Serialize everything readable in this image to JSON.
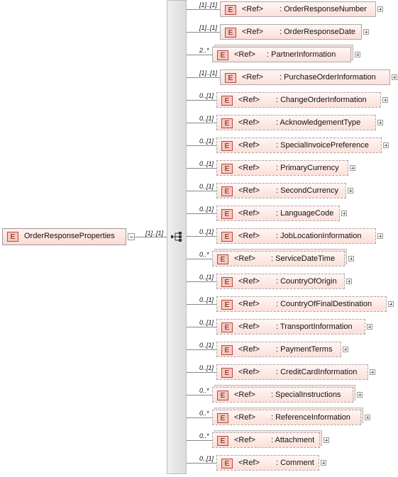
{
  "root": {
    "icon_letter": "E",
    "label": "OrderResponseProperties",
    "cardinality": "[1]..[1]"
  },
  "children": [
    {
      "card": "[1]..[1]",
      "ref": "<Ref>",
      "name": ": OrderResponseNumber",
      "optional": false,
      "multi": false
    },
    {
      "card": "[1]..[1]",
      "ref": "<Ref>",
      "name": ": OrderResponseDate",
      "optional": false,
      "multi": false
    },
    {
      "card": "2..*",
      "ref": "<Ref>",
      "name": ": PartnerInformation",
      "optional": false,
      "multi": true
    },
    {
      "card": "[1]..[1]",
      "ref": "<Ref>",
      "name": ": PurchaseOrderInformation",
      "optional": false,
      "multi": false
    },
    {
      "card": "0..[1]",
      "ref": "<Ref>",
      "name": ": ChangeOrderInformation",
      "optional": true,
      "multi": false
    },
    {
      "card": "0..[1]",
      "ref": "<Ref>",
      "name": ": AcknowledgementType",
      "optional": true,
      "multi": false
    },
    {
      "card": "0..[1]",
      "ref": "<Ref>",
      "name": ": SpecialInvoicePreference",
      "optional": true,
      "multi": false
    },
    {
      "card": "0..[1]",
      "ref": "<Ref>",
      "name": ": PrimaryCurrency",
      "optional": true,
      "multi": false
    },
    {
      "card": "0..[1]",
      "ref": "<Ref>",
      "name": ": SecondCurrency",
      "optional": true,
      "multi": false
    },
    {
      "card": "0..[1]",
      "ref": "<Ref>",
      "name": ": LanguageCode",
      "optional": true,
      "multi": false
    },
    {
      "card": "0..[1]",
      "ref": "<Ref>",
      "name": ": JobLocationInformation",
      "optional": true,
      "multi": false
    },
    {
      "card": "0..*",
      "ref": "<Ref>",
      "name": ": ServiceDateTime",
      "optional": true,
      "multi": true
    },
    {
      "card": "0..[1]",
      "ref": "<Ref>",
      "name": ": CountryOfOrigin",
      "optional": true,
      "multi": false
    },
    {
      "card": "0..[1]",
      "ref": "<Ref>",
      "name": ": CountryOfFinalDestination",
      "optional": true,
      "multi": false
    },
    {
      "card": "0..[1]",
      "ref": "<Ref>",
      "name": ": TransportInformation",
      "optional": true,
      "multi": false
    },
    {
      "card": "0..[1]",
      "ref": "<Ref>",
      "name": ": PaymentTerms",
      "optional": true,
      "multi": false
    },
    {
      "card": "0..[1]",
      "ref": "<Ref>",
      "name": ": CreditCardInformation",
      "optional": true,
      "multi": false
    },
    {
      "card": "0..*",
      "ref": "<Ref>",
      "name": ": SpecialInstructions",
      "optional": true,
      "multi": true
    },
    {
      "card": "0..*",
      "ref": "<Ref>",
      "name": ": ReferenceInformation",
      "optional": true,
      "multi": true
    },
    {
      "card": "0..*",
      "ref": "<Ref>",
      "name": ": Attachment",
      "optional": true,
      "multi": true
    },
    {
      "card": "0..[1]",
      "ref": "<Ref>",
      "name": ": Comment",
      "optional": true,
      "multi": false
    }
  ],
  "icons": {
    "element": "element-icon",
    "sequence": "sequence-icon",
    "expand": "plus-expand-icon",
    "collapse": "minus-collapse-icon"
  }
}
